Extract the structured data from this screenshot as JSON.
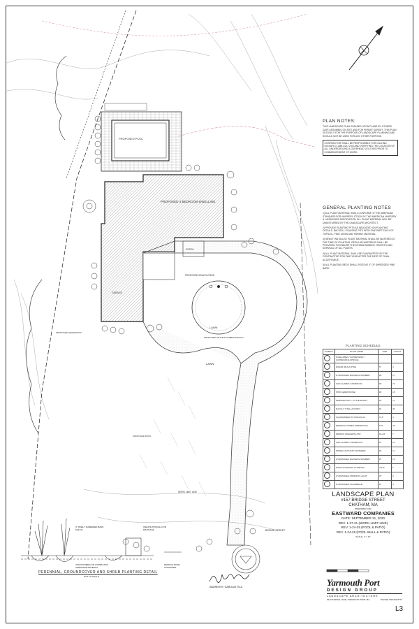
{
  "plan_notes": {
    "heading": "PLAN NOTES:",
    "p1": "THIS LANDSCAPE PLAN IS BASED UPON PLANS BY OTHERS. DATE ASSUMING ON SITE AND FOR PERMIT SURVEY. THIS PLAN IS SOLELY FOR THE PURPOSE OF LANDSCAPE PLANNING AND SHOULD NOT BE USED FOR ANY OTHER PURPOSE.",
    "p2": "CONTRACTOR SHALL BE RESPONSIBLE FOR CALLING DIGSAFE (1-888-344-7233) AND VERIFYING THE LOCATION OF ALL UNDERGROUND & OVERHEAD UTILITIES PRIOR TO COMMENCEMENT OF WORK."
  },
  "general_notes": {
    "heading": "GENERAL PLANTING NOTES",
    "n1": "1) ALL PLANT MATERIAL SHALL CONFORM TO THE AMERICAN STANDARD FOR NURSERY STOCK BY THE AMERICAN NURSERY & LANDSCAPE ASSOCIATION. ALL PLANT MATERIAL WILL BE UNDISTURBED BY THE LANDSCAPE ARCHITECT.",
    "n2": "2) PROVIDE PLANTING PITS AS INDICATED ON PLANTING DETAILS. BACKFILL PLANTING PITS WITH ONE PART EACH OF TOPSOIL, PEAT MOSS AND PARENT MATERIAL.",
    "n3": "3) NEWLY INSTALLED PLANT MATERIAL SHALL BE WATERED AT THE TIME OF PLANTING. REGULAR WATERING SHALL BE PROVIDED TO ENSURE THE ESTABLISHMENT, GROWTH AND SURVIVAL OF ALL PLANTS.",
    "n4": "4) ALL PLANT MATERIAL SHALL BE GUARANTEED BY THE CONTRACTOR FOR ONE YEAR AFTER THE DATE OF FINAL ACCEPTANCE.",
    "n5": "5) ALL PLANTING BEDS SHALL RECEIVE 3\" OF SHREDDED PINE BARK."
  },
  "schedule": {
    "title": "PLANTING SCHEDULE",
    "headers": [
      "SYMBOL",
      "PLANT NAME",
      "SIZE",
      "COUNT"
    ],
    "rows": [
      [
        "",
        "PICEA ABIES 'CUPRESSINA' / CUPRESSINA SPRUCE",
        "",
        ""
      ],
      [
        "",
        "DWARF MUGO PINE",
        "5'",
        "4"
      ],
      [
        "",
        "HYDRANGEA 'ENDLESS SUMMER'",
        "#5",
        "27"
      ],
      [
        "",
        "ILEX GLABRA 'COMPACTA'",
        "#3",
        "22"
      ],
      [
        "",
        "PINK SHRUB ROSE",
        "#3",
        "18"
      ],
      [
        "",
        "PENNISETUM X 'LITTLE BUNNY'",
        "#1",
        "14"
      ],
      [
        "",
        "DAYLILY 'STELLA D'ORO'",
        "#1",
        "36"
      ],
      [
        "",
        "LIQUIDAMBAR STYRACIFLUA",
        "3\"-4\"",
        "3"
      ],
      [
        "",
        "EMERALD GREEN ARBORVITAE",
        "6'-8'",
        "26"
      ],
      [
        "",
        "NEPETA 'WALKERS LOW'",
        "18-24\"",
        "7"
      ],
      [
        "",
        "ILEX GLABRA 'SHAMROCK'",
        "#7",
        "10"
      ],
      [
        "",
        "SPIREA 'ANTHONY WATERER'",
        "#3",
        "11"
      ],
      [
        "",
        "HYDRANGEA 'ENDLESS SUMMER'",
        "#7",
        "13"
      ],
      [
        "",
        "PICEA PUNGENS 'GLOBOSA'",
        "4.5'-5'",
        "2"
      ],
      [
        "",
        "HYDRANGEA 'MORNING LIGHT'",
        "#7",
        "9"
      ],
      [
        "",
        "HYDRANGEA 'ANNABELLE'",
        "#7",
        "4"
      ]
    ]
  },
  "title_block": {
    "title": "LANDSCAPE PLAN",
    "address": "#157 BRIDGE STREET",
    "town": "CHATHAM, MA",
    "prepared_for": "PREPARED FOR",
    "client": "EASTWARD COMPANIES",
    "date": "DATE: SEPTEMBER 21, 2020",
    "rev1": "REV. 1-27-21 (WORK LIMIT LINE)",
    "rev2": "REV. 1-24-25 (POOL & PATIO)",
    "rev3": "REV. 1-24-26 (POOL WALL & PATIO)",
    "scale": "SCALE: 1\" = 10'"
  },
  "firm": {
    "name": "Yarmouth Port",
    "group": "DESIGN GROUP",
    "discipline": "LANDSCAPE ARCHITECTURE",
    "address": "69 STANDISH LANE, YARMOUTH PORT, MA",
    "phone": "PHONE: 508-362-8774"
  },
  "signature": {
    "name": "ANDREW R. GARULAY, RLA"
  },
  "detail": {
    "title": "PERENNIAL, GROUNDCOVER AND SHRUB PLANTING DETAIL",
    "scale": "NOT TO SCALE",
    "callout_1": "3\" FINELY SHREDDED BARK MULCH",
    "callout_2": "UNDISTURBED OR COMPACTED SUBGRADE MATERIAL",
    "callout_3": "CREATE TROUGH FOR DRAINAGE",
    "callout_4": "REMOVE FROM CONTAINER"
  },
  "sheet_number": "L3",
  "plan_labels": {
    "lawn_a": "LAWN",
    "lawn_b": "LAWN",
    "garage": "GARAGE",
    "porch": "PORCH",
    "pool": "PROPOSED POOL",
    "house": "PROPOSED 4 BEDROOM DWELLING",
    "driveway": "PROPOSED GRAVEL DRIVE",
    "cobble": "PROPOSED GRANITE COBBLE EDGING",
    "drive_label": "BRIDGE STREET",
    "work_limit": "WORK LIMIT LINE",
    "patio": "PROPOSED PATIO",
    "generator": "PROPOSED GENERATOR",
    "scale_bar": "SCALE 1\" = 10'"
  },
  "colors": {
    "ink": "#333333",
    "hatch": "#555555",
    "pink_line": "#d9a0a6"
  }
}
